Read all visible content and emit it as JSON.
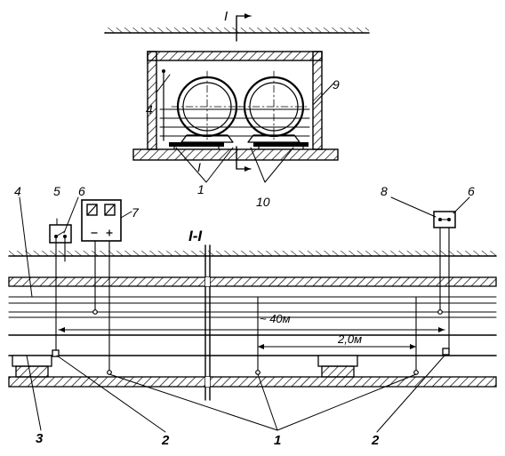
{
  "callouts": {
    "c1": "1",
    "c2": "2",
    "c3": "3",
    "c4": "4",
    "c5": "5",
    "c6": "6",
    "c7": "7",
    "c8": "8",
    "c9": "9",
    "c10": "10"
  },
  "section": {
    "mark": "I",
    "title": "I-I"
  },
  "dimensions": {
    "span_long": "~ 40м",
    "span_short": "2,0м"
  },
  "colors": {
    "ink": "#000000",
    "paper": "#ffffff"
  }
}
